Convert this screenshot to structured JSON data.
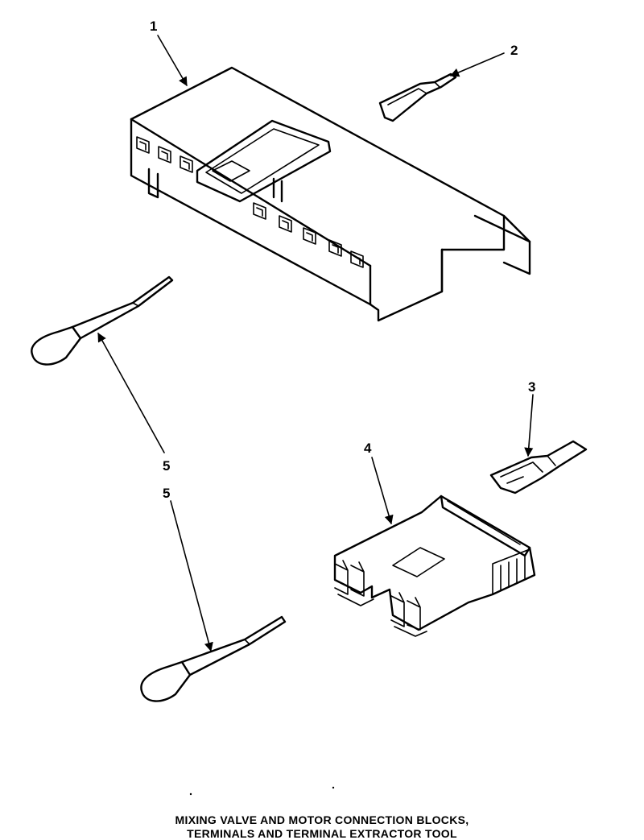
{
  "callouts": {
    "c1": "1",
    "c2": "2",
    "c3": "3",
    "c4": "4",
    "c5a": "5",
    "c5b": "5"
  },
  "caption": {
    "line1": "MIXING VALVE AND MOTOR CONNECTION BLOCKS,",
    "line2": "TERMINALS AND TERMINAL EXTRACTOR TOOL"
  }
}
